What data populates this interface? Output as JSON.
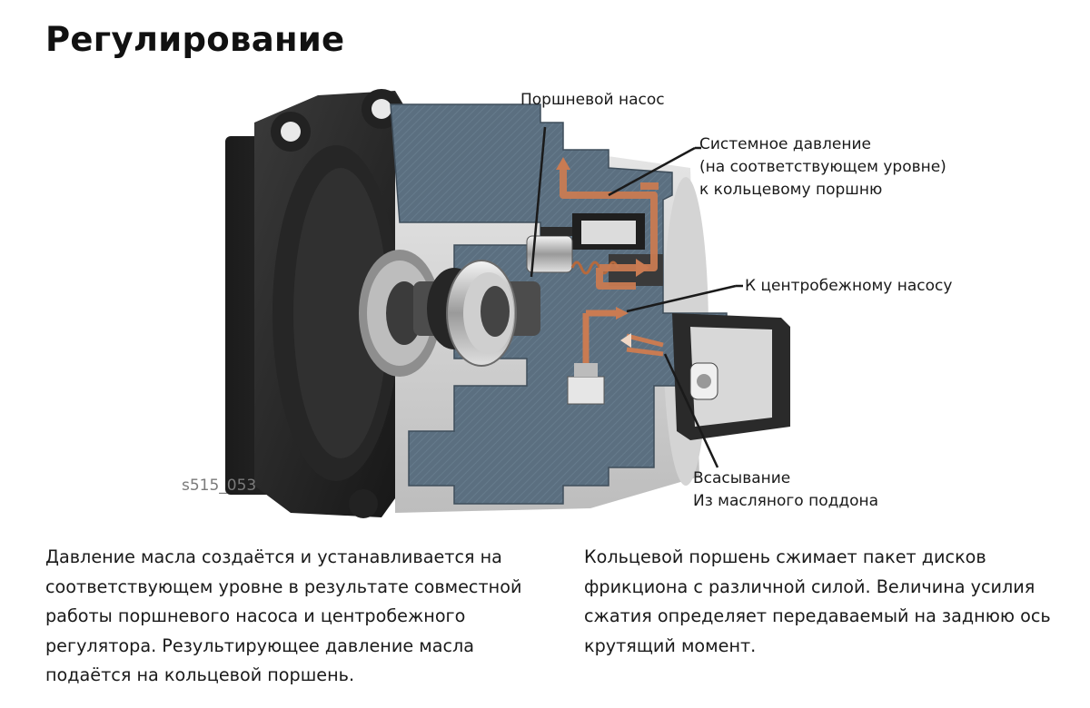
{
  "page": {
    "title": "Регулирование"
  },
  "figure": {
    "id": "s515_053",
    "labels": {
      "piston_pump": "Поршневой насос",
      "system_pressure": [
        "Системное давление",
        "(на соответствующем уровне)",
        "к кольцевому поршню"
      ],
      "to_centrifugal_pump": "К центробежному насосу",
      "suction": [
        "Всасывание",
        "Из масляного поддона"
      ]
    }
  },
  "body": {
    "left_paragraph": [
      "Давление масла создаётся и устанавливается на",
      "соответствующем уровне в результате совместной",
      "работы поршневого насоса и центробежного",
      "регулятора. Результирующее давление масла",
      "подаётся на кольцевой поршень."
    ],
    "right_paragraph": [
      "Кольцевой поршень сжимает пакет дисков",
      "фрикциона с различной силой. Величина усилия",
      "сжатия определяет передаваемый на заднюю ось",
      "крутящий момент."
    ]
  }
}
